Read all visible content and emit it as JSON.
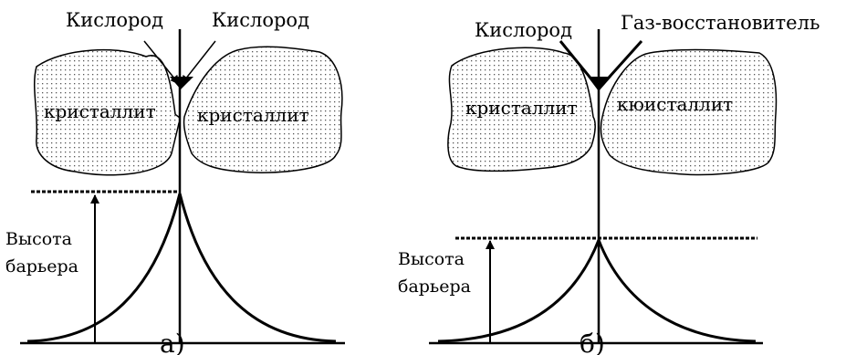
{
  "panel_a": {
    "label_left": "Кислород",
    "label_right": "Кислород",
    "crystallite_left": "кристаллит",
    "crystallite_right": "кристаллит",
    "barrier_line1": "Высота",
    "barrier_line2": "барьера",
    "caption": "а)"
  },
  "panel_b": {
    "label_left": "Кислород",
    "label_right": "Газ-восстановитель",
    "crystallite_left": "кристаллит",
    "crystallite_right": "кюисталлит",
    "barrier_line1": "Высота",
    "barrier_line2": "барьера",
    "caption": "б)"
  }
}
